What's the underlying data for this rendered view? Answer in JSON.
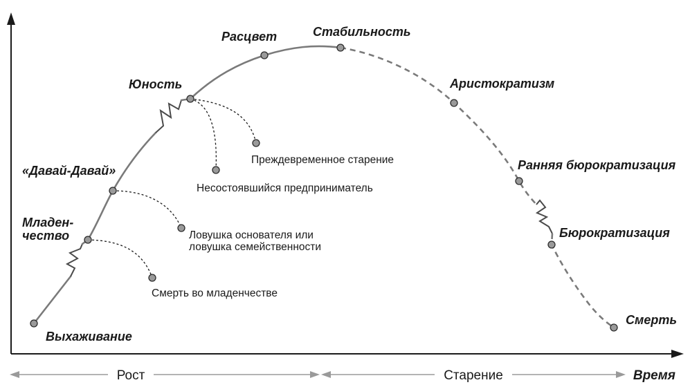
{
  "stages": {
    "courtship": "Выхаживание",
    "infancy_line1": "Младен-",
    "infancy_line2": "чество",
    "go_go": "«Давай-Давай»",
    "adolescence": "Юность",
    "prime": "Расцвет",
    "stability": "Стабильность",
    "aristocracy": "Аристократизм",
    "early_bureaucracy": "Ранняя бюрократизация",
    "bureaucracy": "Бюрократизация",
    "death": "Смерть"
  },
  "traps": {
    "infant_mortality": "Смерть во младенчестве",
    "founder_trap_line1": "Ловушка основателя или",
    "founder_trap_line2": "ловушка семейственности",
    "unfulfilled_entrepreneur": "Несостоявшийся предприниматель",
    "premature_aging": "Преждевременное старение"
  },
  "phases": {
    "growth": "Рост",
    "aging": "Старение"
  },
  "axis": {
    "x_label": "Время"
  },
  "colors": {
    "curve": "#7a7a7a",
    "node_fill": "#9a9a9a",
    "text": "#1a1a1a"
  }
}
